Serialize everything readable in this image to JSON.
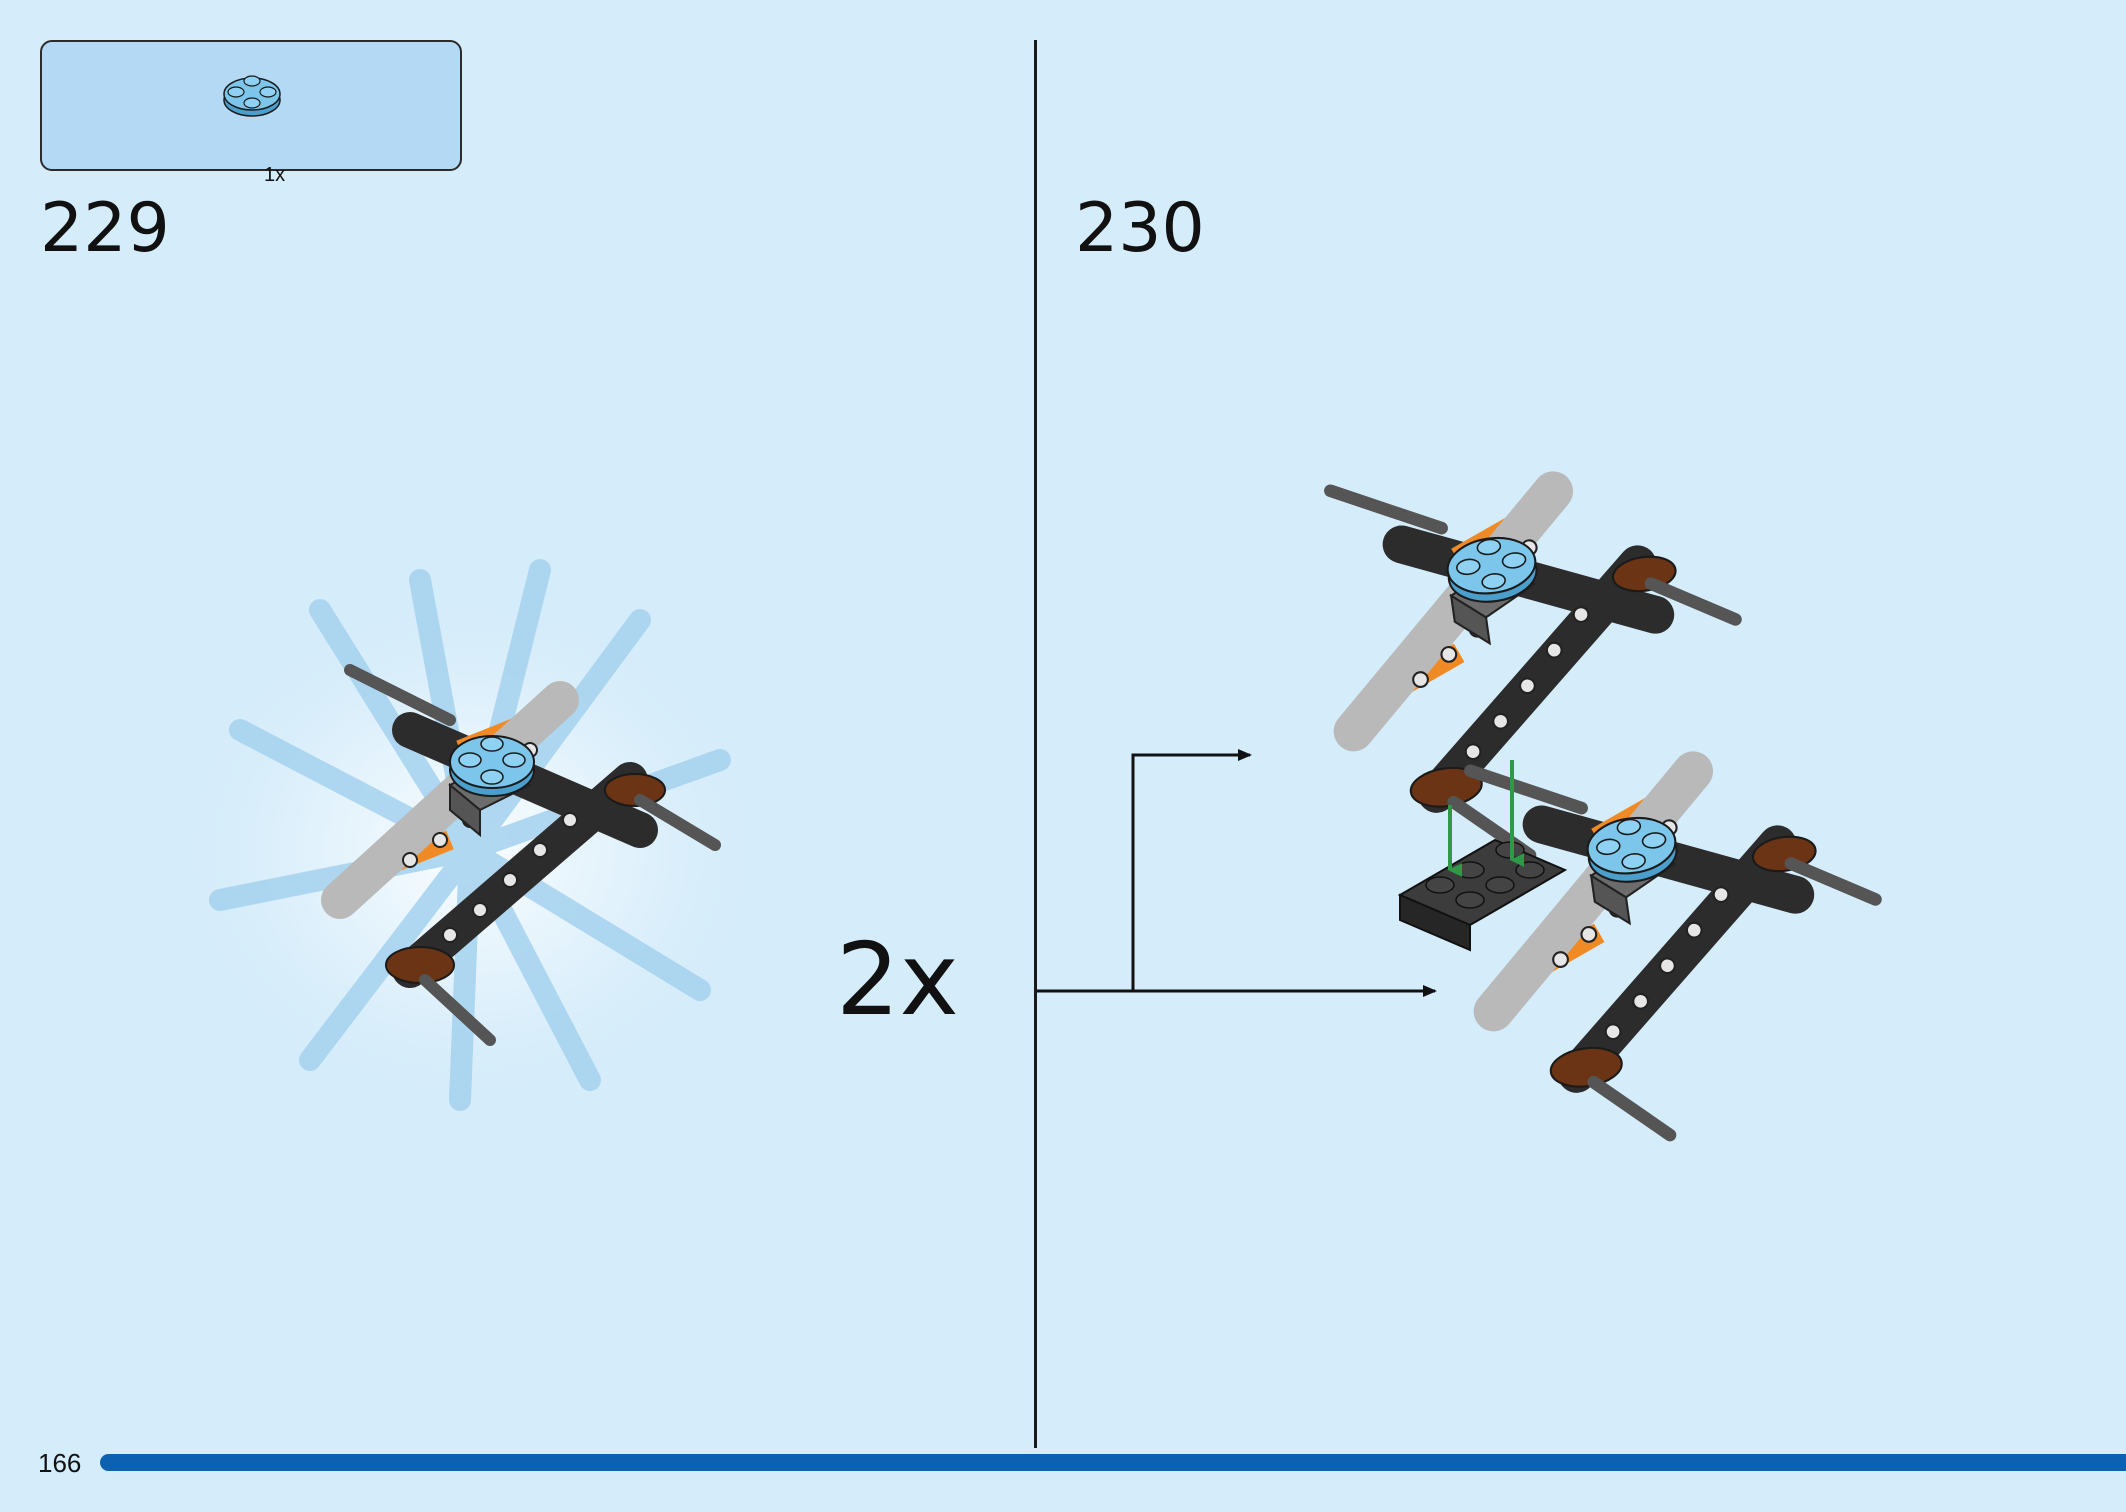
{
  "parts_list": {
    "items": [
      {
        "icon": "round-plate-icon",
        "color": "#7cc6ec",
        "quantity": "1x"
      }
    ]
  },
  "steps": [
    {
      "number": "229"
    },
    {
      "number": "230"
    }
  ],
  "submodel_multiplier": "2x",
  "page": {
    "number": "166"
  },
  "colors": {
    "background": "#d5ecfa",
    "parts_box": "#b4d9f5",
    "page_bar": "#0c62b0",
    "attach_arrow": "#2e9a47",
    "beam_gray": "#b9b9b9",
    "beam_dark": "#2c2c2c",
    "axle_orange": "#f08a24",
    "connector_brown": "#6b3414",
    "plate_blue": "#7cc6ec"
  }
}
